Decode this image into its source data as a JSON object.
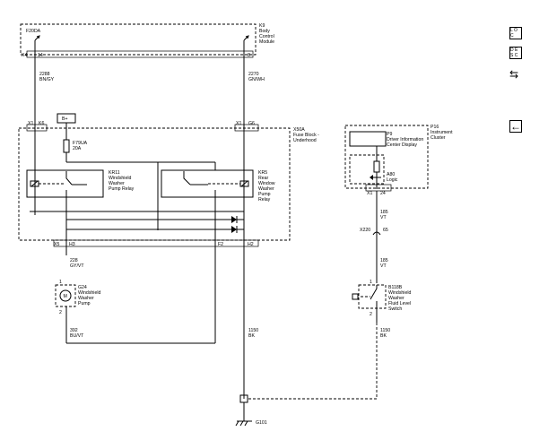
{
  "modules": {
    "k9": {
      "id": "K9",
      "name_lines": [
        "Body",
        "Control",
        "Module"
      ]
    },
    "x50a": {
      "id": "X50A",
      "name_lines": [
        "Fuse Block -",
        "Underhood"
      ]
    },
    "p16": {
      "id": "P16",
      "name_lines": [
        "Instrument",
        "Cluster"
      ]
    }
  },
  "fuse": {
    "id": "F20DA",
    "lines": [
      "F79UA",
      "20A"
    ],
    "bplus": "B+"
  },
  "pins": {
    "k9_x4": "X4",
    "k9_14": "14",
    "k9_8": "8",
    "x1_left": "X1",
    "k6": "K6",
    "x1_right": "X1",
    "g6": "G6",
    "x5": "X5",
    "h3": "H3",
    "f2": "F2",
    "h2": "H2",
    "p16_x1": "X1",
    "p16_24": "24",
    "x220": "X220",
    "x220_pin": "65",
    "m_1": "1",
    "m_2": "2",
    "s_1": "1",
    "s_2": "2"
  },
  "wires": {
    "w2288": [
      "2288",
      "BN/GY"
    ],
    "w2270": [
      "2270",
      "GN/WH"
    ],
    "w228": [
      "228",
      "GY/VT"
    ],
    "w392": [
      "392",
      "BU/VT"
    ],
    "w1150_left": [
      "1150",
      "BK"
    ],
    "w185_top": [
      "185",
      "VT"
    ],
    "w185_bottom": [
      "185",
      "VT"
    ],
    "w1150_right": [
      "1150",
      "BK"
    ]
  },
  "relays": {
    "kr11": {
      "id": "KR11",
      "lines": [
        "Windshield",
        "Washer",
        "Pump Relay"
      ]
    },
    "kr5": {
      "id": "KR5",
      "lines": [
        "Rear",
        "Window",
        "Washer",
        "Pump",
        "Relay"
      ]
    }
  },
  "p9": {
    "id": "P9",
    "lines": [
      "Driver Information",
      "Center Display"
    ]
  },
  "a80": {
    "id": "A80",
    "label": "Logic"
  },
  "pump": {
    "id": "G24",
    "lines": [
      "Windshield",
      "Washer",
      "Pump"
    ],
    "symbol": "M"
  },
  "switch": {
    "id": "B118B",
    "lines": [
      "Windshield",
      "Washer",
      "Fluid Level",
      "Switch"
    ]
  },
  "ground": {
    "id": "G101"
  },
  "side_icons": [
    {
      "name": "loc-icon",
      "text": "L O C"
    },
    {
      "name": "desc-icon",
      "text": "D E S C"
    },
    {
      "name": "connector-view-icon",
      "glyph": "⇆"
    },
    {
      "name": "back-arrow-icon",
      "glyph": "←"
    }
  ]
}
